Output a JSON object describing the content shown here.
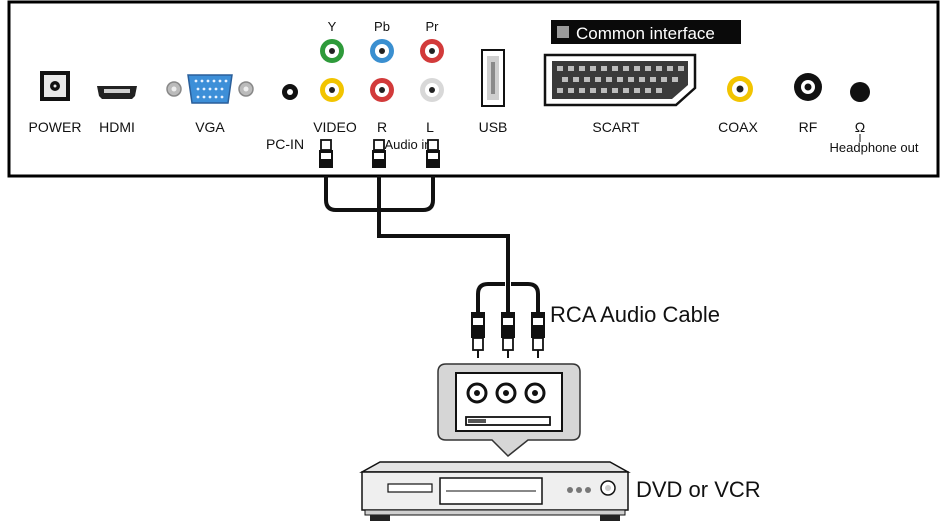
{
  "panel": {
    "common_interface": "Common interface",
    "jacks": {
      "power": "POWER",
      "hdmi": "HDMI",
      "vga": "VGA",
      "pc_in": "PC-IN",
      "y": "Y",
      "pb": "Pb",
      "pr": "Pr",
      "video": "VIDEO",
      "r": "R",
      "l": "L",
      "audio_in": "Audio in",
      "usb": "USB",
      "scart": "SCART",
      "coax": "COAX",
      "rf": "RF",
      "headphone_symbol": "Ω",
      "headphone_out": "Headphone out"
    },
    "colors": {
      "green": "#2e9a3a",
      "blue": "#3a8fd0",
      "red": "#d23a3a",
      "yellow": "#f2c400",
      "vga_blue": "#3d8fd8"
    }
  },
  "cable": {
    "label": "RCA Audio Cable"
  },
  "device": {
    "label": "DVD or VCR"
  }
}
